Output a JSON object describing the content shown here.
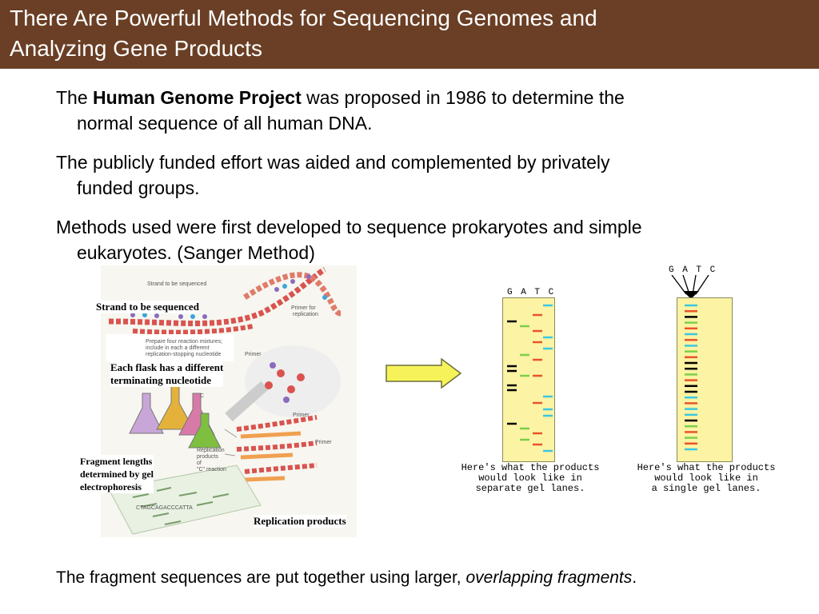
{
  "title": {
    "line1": "There Are Powerful Methods for Sequencing Genomes and",
    "line2": "Analyzing Gene Products"
  },
  "bullets": [
    {
      "pre": "The ",
      "bold": "Human Genome Project",
      "post": " was proposed in 1986 to determine the",
      "cont": "normal sequence of all human DNA."
    },
    {
      "line1": "The publicly funded effort was aided and complemented by privately",
      "cont": "funded groups."
    },
    {
      "line1": "Methods used were first developed to sequence prokaryotes and simple",
      "cont": "eukaryotes. (Sanger Method)"
    }
  ],
  "diagram": {
    "label_strand": "Strand to be sequenced",
    "label_flask_1": "Each flask has a different",
    "label_flask_2": "terminating nucleotide",
    "label_fragment_1": "Fragment lengths",
    "label_fragment_2": "determined by gel",
    "label_fragment_3": "electrophoresis",
    "label_replication": "Replication products",
    "tiny_strand_top": "Strand to be sequenced",
    "tiny_primer_for": "Primer for",
    "tiny_replication": "replication",
    "tiny_prepare_1": "Prepare four reaction mixtures;",
    "tiny_prepare_2": "include in each a different",
    "tiny_prepare_3": "replication-stopping nucleotide",
    "tiny_primer_a": "Primer",
    "tiny_primer_b": "Primer",
    "tiny_primer_c": "Primer",
    "tiny_repl_1": "Replication",
    "tiny_repl_2": "products",
    "tiny_repl_3": "of",
    "tiny_repl_4": "\"C\" reaction",
    "tiny_gel_seq": "CTAGCAGACCCATTA",
    "tiny_flask_c": "C"
  },
  "gels": {
    "letters": "G A T C",
    "caption_left": [
      "Here's what the products",
      "would look like in",
      "separate gel lanes."
    ],
    "caption_right": [
      "Here's what the products",
      "would look like in",
      "a single gel lanes."
    ]
  },
  "footer": {
    "pre": "The fragment sequences are put together using larger, ",
    "italic": "overlapping fragments",
    "post": "."
  },
  "colors": {
    "title_bg": "#6a3f25",
    "gel_fill": "#fdf3a4",
    "arrow_fill": "#f6f35a",
    "band_g": "#000000",
    "band_a": "#7ad04a",
    "band_t": "#e8542a",
    "band_c": "#3cc8e0"
  }
}
